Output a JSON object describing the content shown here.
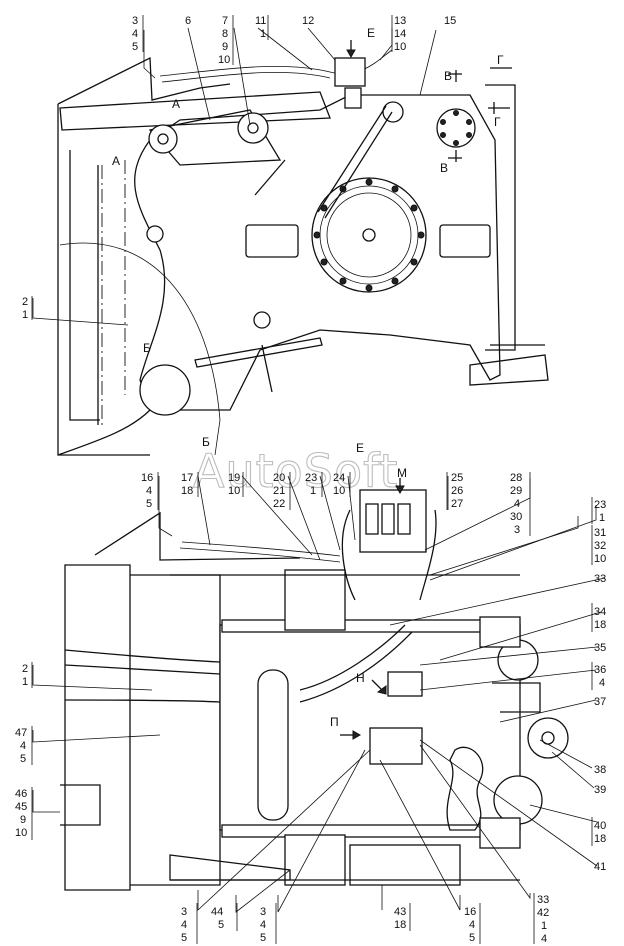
{
  "watermark": "AutoSoft",
  "callouts_top": [
    {
      "id": "top-3-4-5",
      "lines": [
        "3",
        "4",
        "5"
      ]
    },
    {
      "id": "top-6",
      "lines": [
        "6"
      ]
    },
    {
      "id": "top-7-8-9-10",
      "lines": [
        "7",
        "8",
        "9",
        "10"
      ]
    },
    {
      "id": "top-11-1",
      "lines": [
        "11",
        "1"
      ]
    },
    {
      "id": "top-12",
      "lines": [
        "12"
      ]
    },
    {
      "id": "top-13-14-10",
      "lines": [
        "13",
        "14",
        "10"
      ]
    },
    {
      "id": "top-15",
      "lines": [
        "15"
      ]
    },
    {
      "id": "top-2-1",
      "lines": [
        "2",
        "1"
      ]
    }
  ],
  "callouts_bottom": [
    {
      "id": "b-16-4-5",
      "lines": [
        "16",
        "4",
        "5"
      ]
    },
    {
      "id": "b-17-18",
      "lines": [
        "17",
        "18"
      ]
    },
    {
      "id": "b-19-10",
      "lines": [
        "19",
        "10"
      ]
    },
    {
      "id": "b-20-21-22",
      "lines": [
        "20",
        "21",
        "22"
      ]
    },
    {
      "id": "b-23-1",
      "lines": [
        "23",
        "1"
      ]
    },
    {
      "id": "b-24-10",
      "lines": [
        "24",
        "10"
      ]
    },
    {
      "id": "b-25-26-27",
      "lines": [
        "25",
        "26",
        "27"
      ]
    },
    {
      "id": "b-28-29-4-30-3",
      "lines": [
        "28",
        "29",
        "4",
        "30",
        "3"
      ]
    },
    {
      "id": "b-r-23-1",
      "lines": [
        "23",
        "1"
      ]
    },
    {
      "id": "b-31-32-10",
      "lines": [
        "31",
        "32",
        "10"
      ]
    },
    {
      "id": "b-33",
      "lines": [
        "33"
      ]
    },
    {
      "id": "b-34-18",
      "lines": [
        "34",
        "18"
      ]
    },
    {
      "id": "b-35",
      "lines": [
        "35"
      ]
    },
    {
      "id": "b-36-4",
      "lines": [
        "36",
        "4"
      ]
    },
    {
      "id": "b-37",
      "lines": [
        "37"
      ]
    },
    {
      "id": "b-38",
      "lines": [
        "38"
      ]
    },
    {
      "id": "b-39",
      "lines": [
        "39"
      ]
    },
    {
      "id": "b-40-18",
      "lines": [
        "40",
        "18"
      ]
    },
    {
      "id": "b-41",
      "lines": [
        "41"
      ]
    },
    {
      "id": "b-2-1",
      "lines": [
        "2",
        "1"
      ]
    },
    {
      "id": "b-47-4-5",
      "lines": [
        "47",
        "4",
        "5"
      ]
    },
    {
      "id": "b-46-45-9-10",
      "lines": [
        "46",
        "45",
        "9",
        "10"
      ]
    },
    {
      "id": "b-3-4-5-a",
      "lines": [
        "3",
        "4",
        "5"
      ]
    },
    {
      "id": "b-44-5",
      "lines": [
        "44",
        "5"
      ]
    },
    {
      "id": "b-3-4-5-b",
      "lines": [
        "3",
        "4",
        "5"
      ]
    },
    {
      "id": "b-43-18",
      "lines": [
        "43",
        "18"
      ]
    },
    {
      "id": "b-16-4-5-b",
      "lines": [
        "16",
        "4",
        "5"
      ]
    },
    {
      "id": "b-33-42-1-4",
      "lines": [
        "33",
        "42",
        "1",
        "4"
      ]
    }
  ],
  "view_marks": {
    "A": "А",
    "B": "Б",
    "V": "В",
    "G": "Г",
    "E": "Е",
    "M": "М",
    "N": "Н",
    "P": "П"
  }
}
